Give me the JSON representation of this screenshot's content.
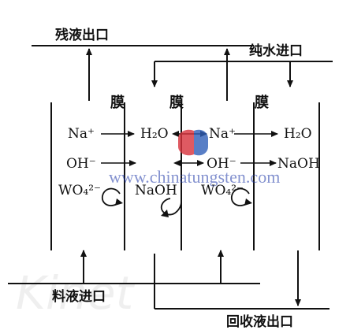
{
  "labels": {
    "residual_outlet": "残液出口",
    "pure_water_inlet": "纯水进口",
    "feed_inlet": "料液进口",
    "recovery_outlet": "回收液出口",
    "membrane": "膜"
  },
  "chemicals": {
    "na_plus": "Na⁺",
    "h2o": "H₂O",
    "oh_minus": "OH⁻",
    "naoh": "NaOH",
    "wo4": "WO₄²⁻"
  },
  "watermark": {
    "site": "www.chinatungsten.com",
    "faint": "Kinet"
  },
  "colors": {
    "line": "#111111",
    "watermark_blue": "#1f38a8",
    "logo_red": "#d8323c",
    "logo_blue": "#2f5fb8"
  }
}
